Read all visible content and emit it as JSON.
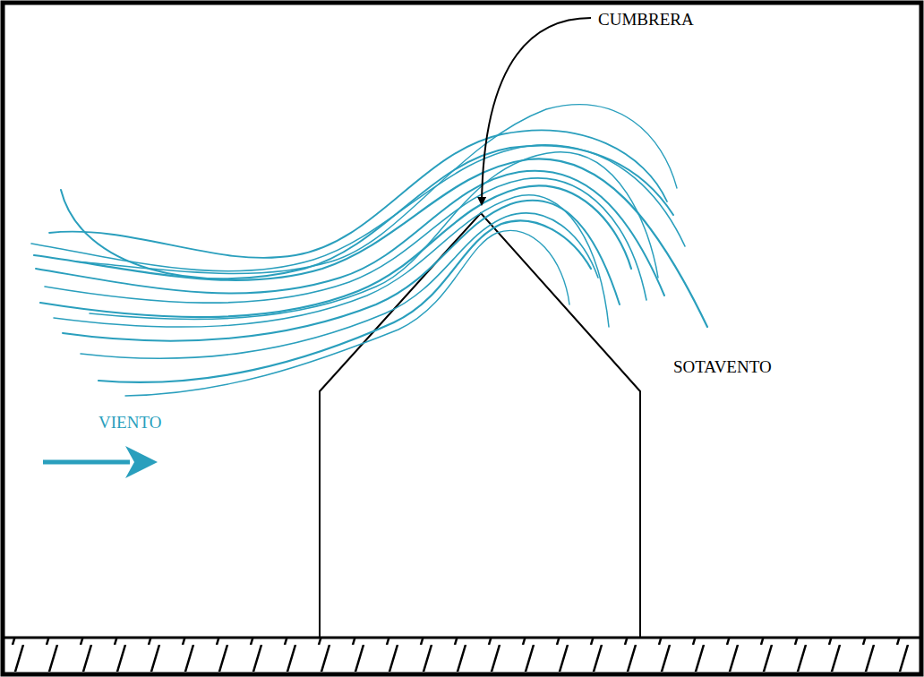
{
  "diagram": {
    "labels": [
      "CUMBRERA",
      "SOTAVENTO",
      "VIENTO"
    ]
  }
}
